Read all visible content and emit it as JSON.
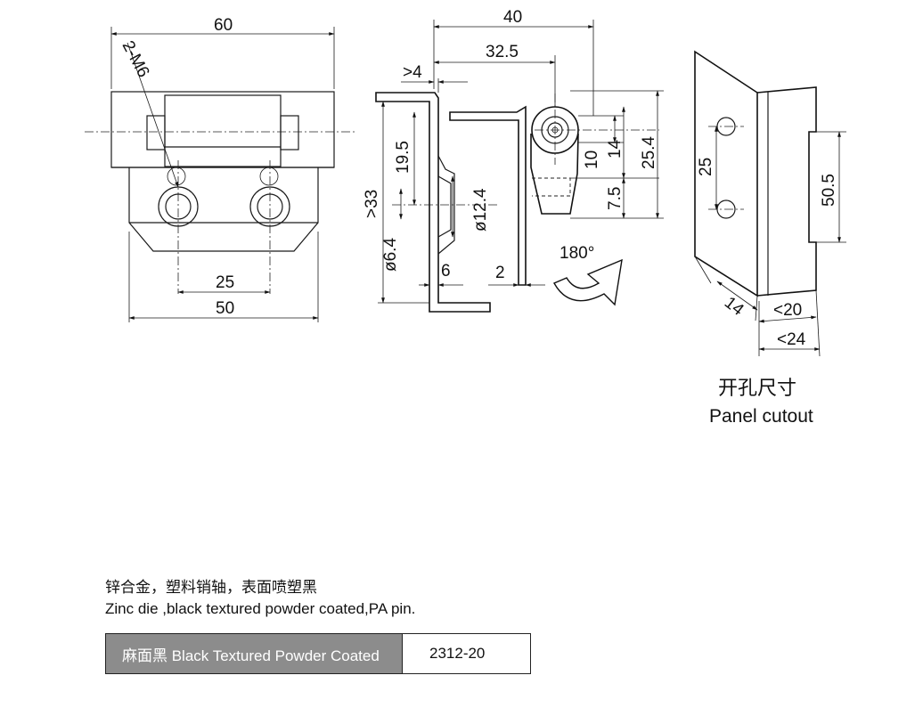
{
  "front_view": {
    "dim_width_top": "60",
    "thread_label": "2-M6",
    "dim_hole_spacing": "25",
    "dim_base_width": "50"
  },
  "side_view": {
    "dim_total": "40",
    "dim_pin_offset": "32.5",
    "dim_flange": ">4",
    "dim_hole_height": "19.5",
    "dim_min_height": ">33",
    "dim_cbore": "ø12.4",
    "dim_hole_dia": "ø6.4",
    "dim_wall": "6",
    "dim_gap": "2",
    "dim_pin_dia": "10",
    "dim_pin_center": "14",
    "dim_outer_height": "25.4",
    "dim_lower": "7.5",
    "rotation_label": "180°"
  },
  "panel_cutout": {
    "dim_hole_pitch": "25",
    "dim_slot_length": "50.5",
    "dim_edge": "14",
    "dim_depth1": "<20",
    "dim_depth2": "<24",
    "title_cn": "开孔尺寸",
    "title_en": "Panel cutout"
  },
  "notes": {
    "material_cn": "锌合金，塑料销轴，表面喷塑黑",
    "material_en": "Zinc die ,black textured  powder coated,PA pin."
  },
  "table": {
    "finish": "麻面黑 Black Textured Powder Coated",
    "part_number": "2312-20"
  }
}
